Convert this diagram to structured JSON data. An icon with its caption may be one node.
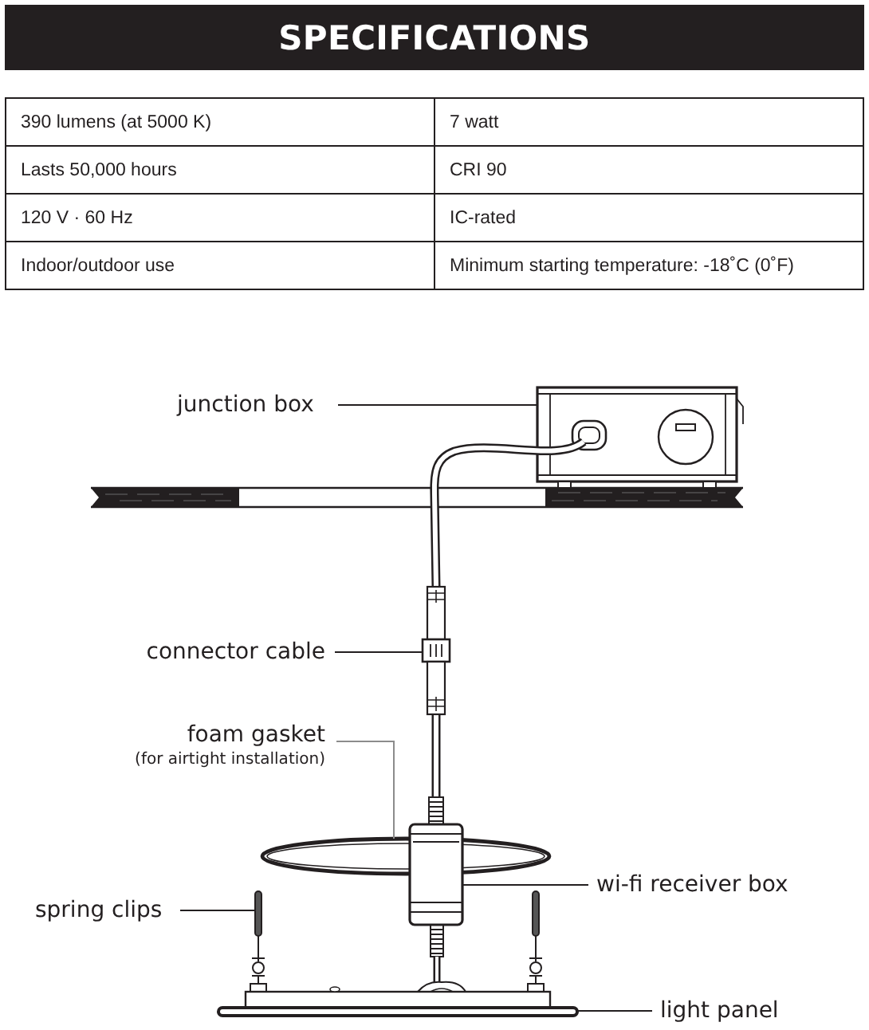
{
  "diagram": {
    "title": "SPECIFICATIONS",
    "nodes": [
      {
        "text": [
          "junction box"
        ]
      },
      {
        "text": [],
        "shape": "picture"
      },
      {
        "text": [
          "connector cable"
        ]
      },
      {
        "text": [],
        "shape": "picture"
      },
      {
        "text": [
          "foam gasket",
          "(for airtight installation)"
        ]
      },
      {
        "text": [],
        "shape": "picture"
      },
      {
        "text": [
          "wi-fi receiver box"
        ]
      },
      {
        "text": [],
        "shape": "picture"
      },
      {
        "text": [
          "spring clips"
        ]
      },
      {
        "text": [],
        "shape": "picture"
      },
      {
        "text": [
          "light panel"
        ]
      },
      {
        "text": [],
        "shape": "picture"
      }
    ],
    "edges": [
      {
        "from": 0,
        "to": 1,
        "arrow": "none"
      },
      {
        "from": 2,
        "to": 3,
        "arrow": "none"
      },
      {
        "from": 4,
        "to": 5,
        "arrow": "none",
        "color": "#8c8c8c"
      },
      {
        "from": 6,
        "to": 7,
        "arrow": "none"
      },
      {
        "from": 8,
        "to": 9,
        "arrow": "none"
      },
      {
        "from": 10,
        "to": 11,
        "arrow": "none"
      }
    ],
    "labels": [
      "390 lumens (at 5000 K)",
      "7 watt",
      "Lasts 50,000 hours",
      "CRI 90",
      "120 V · 60 Hz",
      "IC-rated",
      "Indoor/outdoor use",
      "Minimum starting temperature: -18˚C (0˚F)"
    ]
  }
}
